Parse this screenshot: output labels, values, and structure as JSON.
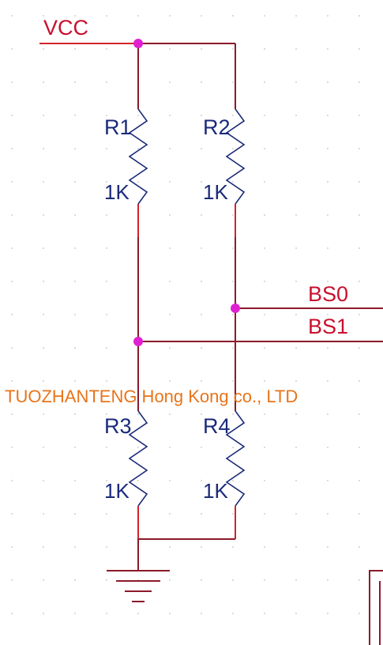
{
  "nets": {
    "vcc": "VCC",
    "bs0": "BS0",
    "bs1": "BS1"
  },
  "resistors": [
    {
      "ref": "R1",
      "value": "1K"
    },
    {
      "ref": "R2",
      "value": "1K"
    },
    {
      "ref": "R3",
      "value": "1K"
    },
    {
      "ref": "R4",
      "value": "1K"
    }
  ],
  "watermark": "TUOZHANTENG Hong Kong co., LTD",
  "colors": {
    "net_label": "#c8102e",
    "component_label": "#1a2a7a",
    "wire": "#8b1a2a",
    "junction": "#e020d0",
    "watermark": "#e8741a",
    "grid_dot": "#d0d0d0"
  }
}
